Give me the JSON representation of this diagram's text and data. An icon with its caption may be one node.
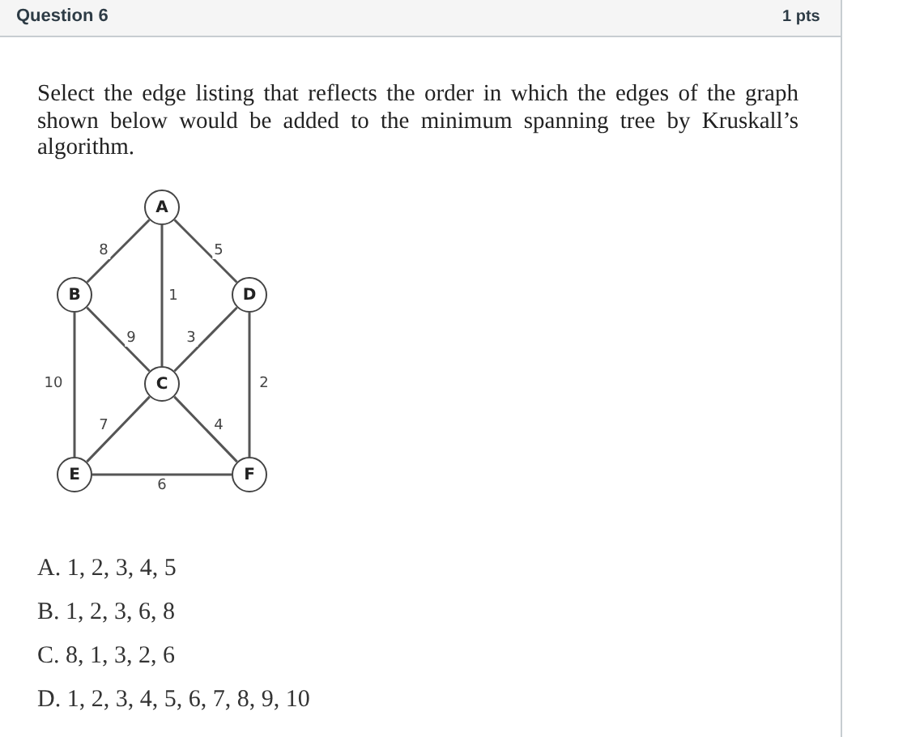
{
  "diagram": {
    "title": "Question 6",
    "nodes": [
      {
        "text": [
          "A"
        ]
      },
      {
        "text": [
          "B"
        ]
      },
      {
        "text": [
          "D"
        ]
      },
      {
        "text": [
          "C"
        ]
      },
      {
        "text": [
          "E"
        ]
      },
      {
        "text": [
          "F"
        ]
      }
    ],
    "edges": [
      {
        "from": 0,
        "to": 1,
        "arrow": "none",
        "label": "8"
      },
      {
        "from": 0,
        "to": 3,
        "arrow": "none",
        "label": "1"
      },
      {
        "from": 0,
        "to": 2,
        "arrow": "none",
        "label": "5"
      },
      {
        "from": 1,
        "to": 3,
        "arrow": "none",
        "label": "9"
      },
      {
        "from": 2,
        "to": 3,
        "arrow": "none",
        "label": "3"
      },
      {
        "from": 1,
        "to": 4,
        "arrow": "none",
        "label": "10"
      },
      {
        "from": 3,
        "to": 4,
        "arrow": "none",
        "label": "7"
      },
      {
        "from": 3,
        "to": 5,
        "arrow": "none",
        "label": "4"
      },
      {
        "from": 2,
        "to": 5,
        "arrow": "none",
        "label": "2"
      },
      {
        "from": 4,
        "to": 5,
        "arrow": "none",
        "label": "6"
      }
    ],
    "labels": [
      "1 pts",
      "Select the edge listing that reflects the order in which the edges of the graph shown below would be added to the minimum spanning tree by Kruskall’s algorithm.",
      "A. 1, 2, 3, 4, 5",
      "B. 1, 2, 3, 6, 8",
      "C. 8, 1, 3, 2, 6",
      "D. 1, 2, 3, 4, 5, 6, 7, 8, 9, 10"
    ]
  }
}
